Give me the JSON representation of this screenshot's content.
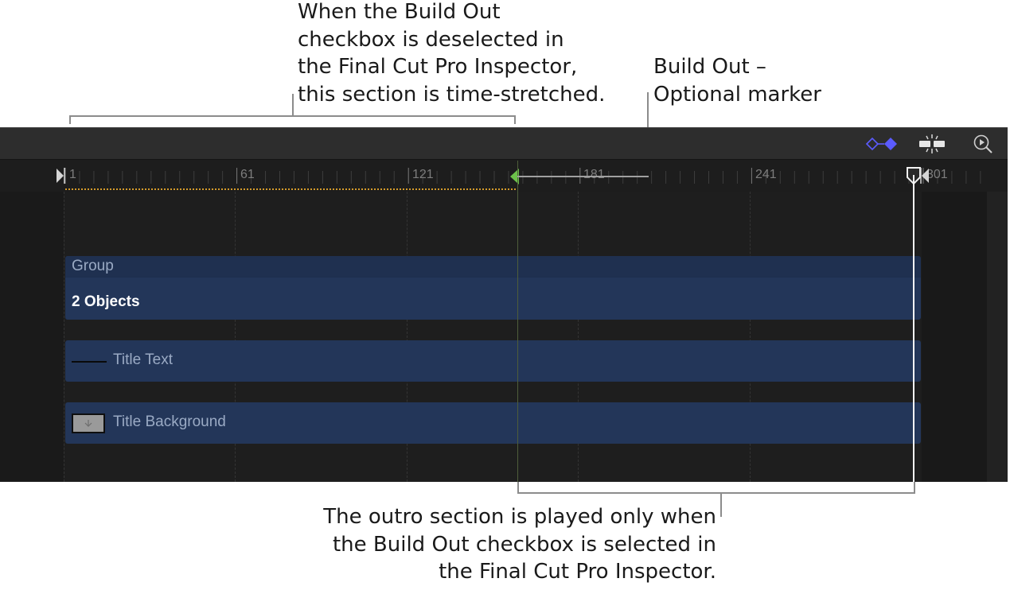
{
  "annotations": {
    "time_stretch": [
      "When the Build Out",
      "checkbox is deselected in",
      "the Final Cut Pro Inspector,",
      "this section is time-stretched."
    ],
    "marker": [
      "Build Out –",
      "Optional marker"
    ],
    "outro": [
      "The outro section is played only when",
      "the Build Out checkbox is selected in",
      "the Final Cut Pro Inspector."
    ]
  },
  "toolbar": {
    "keyframe_icon": "keyframe-diamond-icon",
    "snap_icon": "snapping-icon",
    "zoom_icon": "zoom-to-fit-icon",
    "accent_color": "#5b5bff"
  },
  "ruler": {
    "ticks": [
      "1",
      "61",
      "121",
      "181",
      "241",
      "301"
    ]
  },
  "markers": {
    "build_out_color": "#6cc24a",
    "in_point_icon": "play-range-in-icon",
    "out_point_icon": "play-range-out-icon"
  },
  "tracks": {
    "group_label": "Group",
    "group_objects": "2 Objects",
    "title_text": "Title Text",
    "title_background": "Title Background"
  }
}
